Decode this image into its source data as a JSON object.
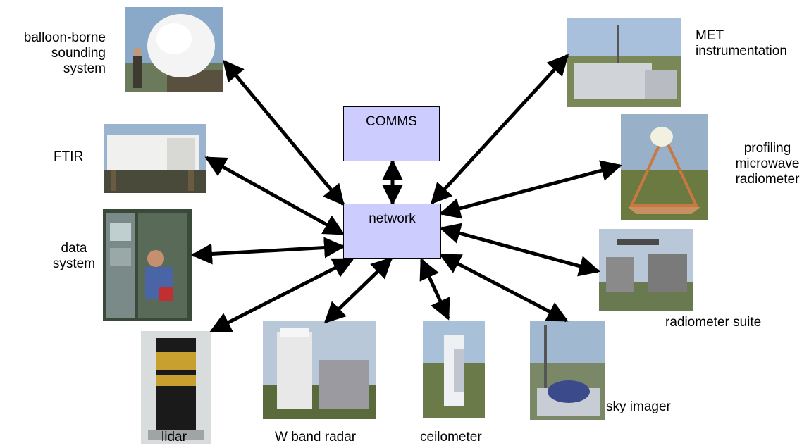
{
  "center": {
    "network": "network",
    "comms": "COMMS"
  },
  "instruments": {
    "balloon": "balloon-borne\nsounding\nsystem",
    "ftir": "FTIR",
    "data_system": "data\nsystem",
    "lidar": "lidar",
    "wband": "W band radar",
    "ceilometer": "ceilometer",
    "sky_imager": "sky imager",
    "radiometer_suite": "radiometer suite",
    "profiling": "profiling\nmicrowave\nradiometer",
    "met": "MET\ninstrumentation"
  }
}
